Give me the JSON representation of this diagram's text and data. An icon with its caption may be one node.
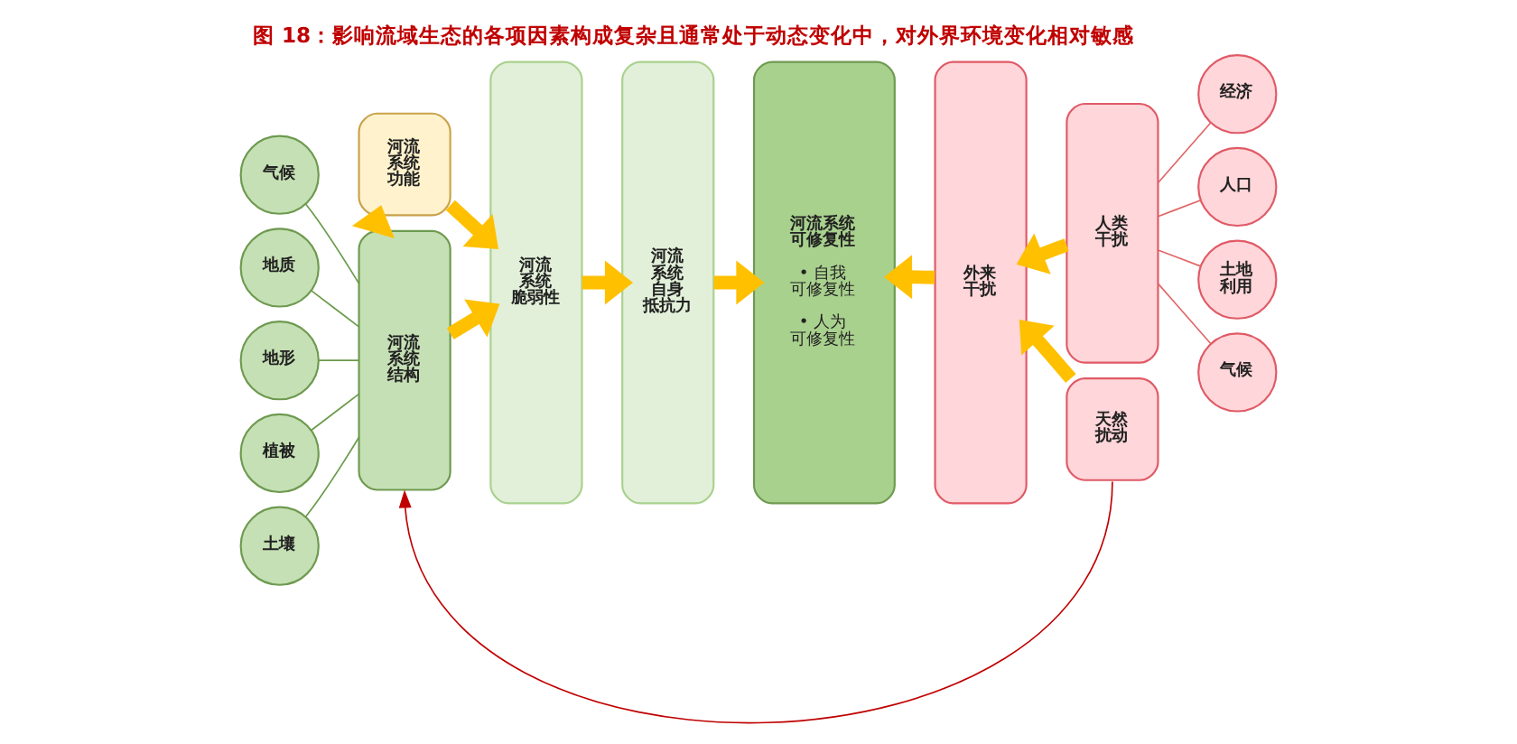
{
  "diagram": {
    "title": "图 18：影响流域生态的各项因素构成复杂且通常处于动态变化中，对外界环境变化相对敏感",
    "nodes": [
      {
        "text": [
          "气候"
        ]
      },
      {
        "text": [
          "地质"
        ]
      },
      {
        "text": [
          "地形"
        ]
      },
      {
        "text": [
          "植被"
        ]
      },
      {
        "text": [
          "土壤"
        ]
      },
      {
        "text": [
          "河流系统功能"
        ]
      },
      {
        "text": [
          "河流系统结构"
        ]
      },
      {
        "text": [
          "河流系统脆弱性"
        ]
      },
      {
        "text": [
          "河流系统自身抵抗力"
        ]
      },
      {
        "text": [
          "河流系统可修复性",
          "• 自我可修复性",
          "• 人为可修复性"
        ]
      },
      {
        "text": [
          "外来干扰"
        ]
      },
      {
        "text": [
          "人类干扰"
        ]
      },
      {
        "text": [
          "天然扰动"
        ]
      },
      {
        "text": [
          "经济"
        ]
      },
      {
        "text": [
          "人口"
        ]
      },
      {
        "text": [
          "土地利用"
        ]
      },
      {
        "text": [
          "气候"
        ]
      }
    ],
    "edges": [
      {
        "from": 0,
        "to": 6,
        "arrow": "none",
        "color": "#6a9a4a"
      },
      {
        "from": 1,
        "to": 6,
        "arrow": "none",
        "color": "#6a9a4a"
      },
      {
        "from": 2,
        "to": 6,
        "arrow": "none",
        "color": "#6a9a4a"
      },
      {
        "from": 3,
        "to": 6,
        "arrow": "none",
        "color": "#6a9a4a"
      },
      {
        "from": 4,
        "to": 6,
        "arrow": "none",
        "color": "#6a9a4a"
      },
      {
        "from": 6,
        "to": 5,
        "arrow": "to",
        "style": "thick"
      },
      {
        "from": 5,
        "to": 7,
        "arrow": "to",
        "style": "thick"
      },
      {
        "from": 6,
        "to": 7,
        "arrow": "to",
        "style": "thick"
      },
      {
        "from": 7,
        "to": 8,
        "arrow": "to",
        "style": "thick"
      },
      {
        "from": 8,
        "to": 9,
        "arrow": "to",
        "style": "thick"
      },
      {
        "from": 10,
        "to": 9,
        "arrow": "to",
        "style": "thick"
      },
      {
        "from": 11,
        "to": 10,
        "arrow": "to",
        "style": "thick"
      },
      {
        "from": 12,
        "to": 10,
        "arrow": "to",
        "style": "thick"
      },
      {
        "from": 11,
        "to": 13,
        "arrow": "none",
        "color": "#e06666"
      },
      {
        "from": 11,
        "to": 14,
        "arrow": "none",
        "color": "#e06666"
      },
      {
        "from": 11,
        "to": 15,
        "arrow": "none",
        "color": "#e06666"
      },
      {
        "from": 11,
        "to": 16,
        "arrow": "none",
        "color": "#e06666"
      },
      {
        "from": 12,
        "to": 6,
        "arrow": "to",
        "color": "#c00000"
      }
    ]
  }
}
